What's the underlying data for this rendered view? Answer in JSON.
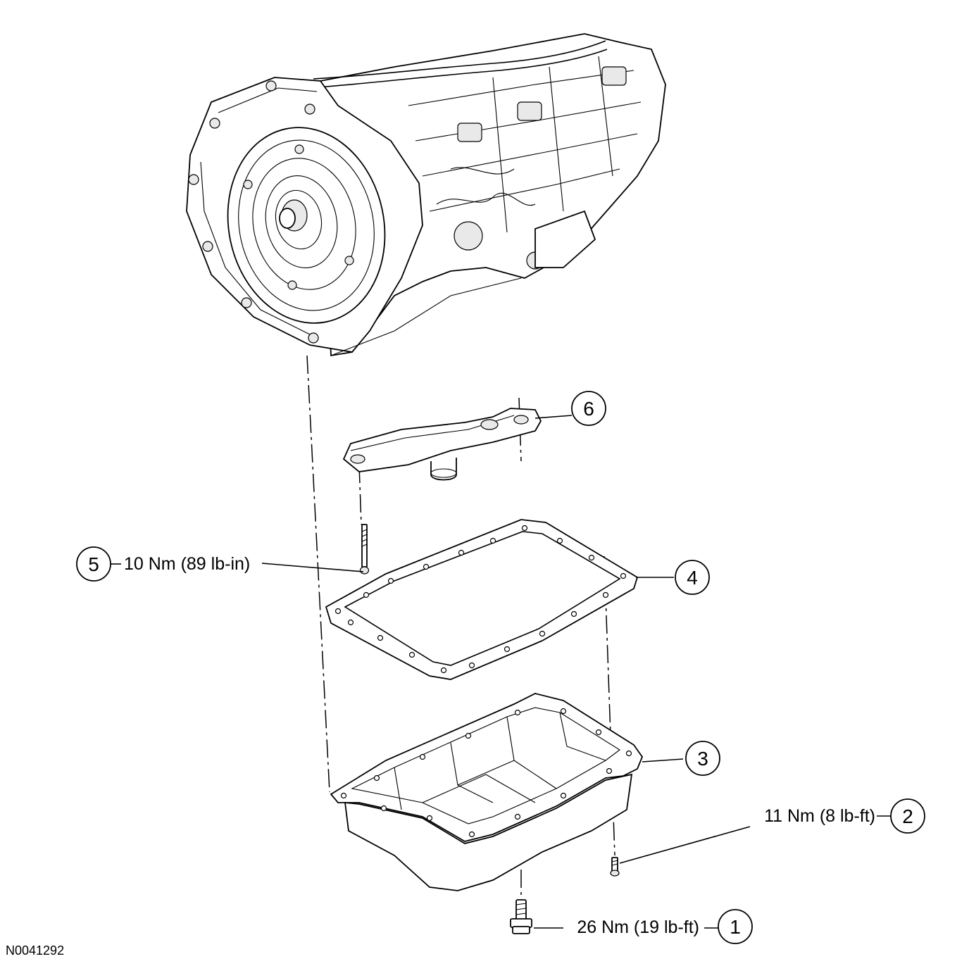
{
  "figure_id": "N0041292",
  "callouts": [
    {
      "number": "1",
      "spec": "26 Nm (19 lb-ft)"
    },
    {
      "number": "2",
      "spec": "11 Nm (8 lb-ft)"
    },
    {
      "number": "3",
      "spec": ""
    },
    {
      "number": "4",
      "spec": ""
    },
    {
      "number": "5",
      "spec": "10 Nm (89 lb-in)"
    },
    {
      "number": "6",
      "spec": ""
    }
  ]
}
